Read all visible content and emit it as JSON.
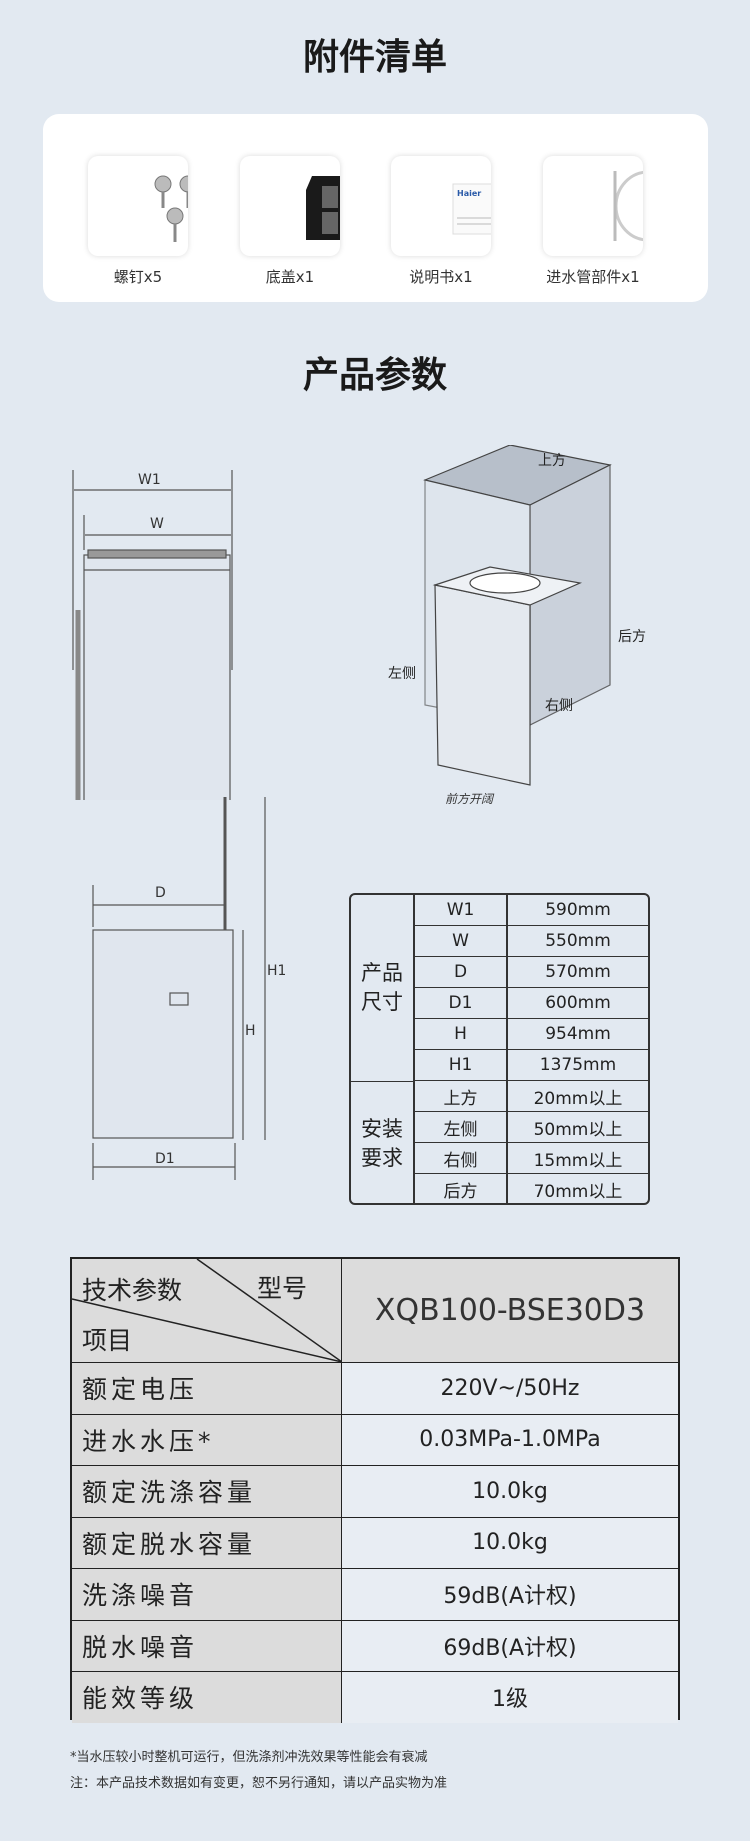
{
  "accessories": {
    "title": "附件清单",
    "items": [
      {
        "label": "螺钉x5",
        "icon": "screws"
      },
      {
        "label": "底盖x1",
        "icon": "bottom-cover"
      },
      {
        "label": "说明书x1",
        "icon": "manual"
      },
      {
        "label": "进水管部件x1",
        "icon": "inlet-hose"
      }
    ]
  },
  "params": {
    "title": "产品参数"
  },
  "diagram": {
    "front": {
      "w1": "W1",
      "w": "W"
    },
    "side": {
      "d": "D",
      "d1": "D1",
      "h": "H",
      "h1": "H1"
    },
    "iso": {
      "top": "上方",
      "left": "左侧",
      "right": "右侧",
      "back": "后方",
      "front": "前方开阔"
    }
  },
  "spec_table": {
    "groups": [
      {
        "label": "产品\n尺寸",
        "rows": [
          {
            "k": "W1",
            "v": "590mm"
          },
          {
            "k": "W",
            "v": "550mm"
          },
          {
            "k": "D",
            "v": "570mm"
          },
          {
            "k": "D1",
            "v": "600mm"
          },
          {
            "k": "H",
            "v": "954mm"
          },
          {
            "k": "H1",
            "v": "1375mm"
          }
        ]
      },
      {
        "label": "安装\n要求",
        "rows": [
          {
            "k": "上方",
            "v": "20mm以上"
          },
          {
            "k": "左侧",
            "v": "50mm以上"
          },
          {
            "k": "右侧",
            "v": "15mm以上"
          },
          {
            "k": "后方",
            "v": "70mm以上"
          }
        ]
      }
    ]
  },
  "tech_table": {
    "header_param": "技术参数",
    "header_model": "型号",
    "header_item": "项目",
    "model": "XQB100-BSE30D3",
    "rows": [
      {
        "k": "额定电压",
        "v": "220V~/50Hz"
      },
      {
        "k": "进水水压*",
        "v": "0.03MPa-1.0MPa"
      },
      {
        "k": "额定洗涤容量",
        "v": "10.0kg"
      },
      {
        "k": "额定脱水容量",
        "v": "10.0kg"
      },
      {
        "k": "洗涤噪音",
        "v": "59dB(A计权)"
      },
      {
        "k": "脱水噪音",
        "v": "69dB(A计权)"
      },
      {
        "k": "能效等级",
        "v": "1级"
      }
    ]
  },
  "notes": [
    "*当水压较小时整机可运行，但洗涤剂冲洗效果等性能会有衰减",
    "注：本产品技术数据如有变更，恕不另行通知，请以产品实物为准"
  ]
}
